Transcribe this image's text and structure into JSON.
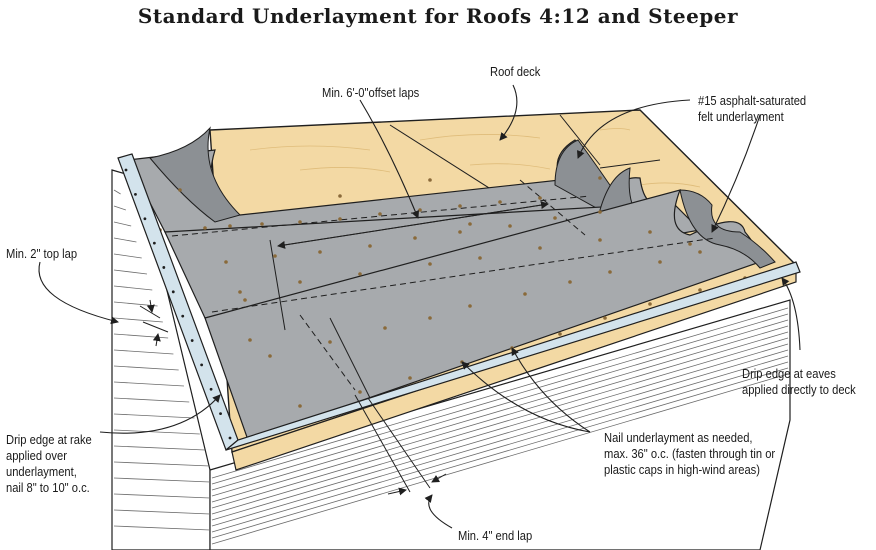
{
  "title": "Standard Underlayment for Roofs 4:12 and Steeper",
  "labels": {
    "roof_deck": "Roof deck",
    "offset_laps": "Min. 6'-0\"offset laps",
    "felt_line1": "#15 asphalt-saturated",
    "felt_line2": "felt underlayment",
    "top_lap": "Min. 2\" top lap",
    "eaves_line1": "Drip edge at eaves",
    "eaves_line2": "applied directly to deck",
    "nail_line1": "Nail underlayment as needed,",
    "nail_line2": "max. 36\" o.c. (fasten through tin or",
    "nail_line3": "plastic caps in high-wind areas)",
    "rake_line1": "Drip edge at rake",
    "rake_line2": "applied over",
    "rake_line3": "underlayment,",
    "rake_line4": "nail 8\" to 10\" o.c.",
    "end_lap": "Min. 4\" end lap"
  },
  "colors": {
    "deck": "#f3d9a4",
    "deck_grain": "#dfbc7a",
    "felt": "#a7aaad",
    "felt_shadow": "#8c9094",
    "metal": "#d3e3ec",
    "outline": "#1f1f1f",
    "siding": "#ffffff",
    "nail": "#8a6a3a"
  }
}
